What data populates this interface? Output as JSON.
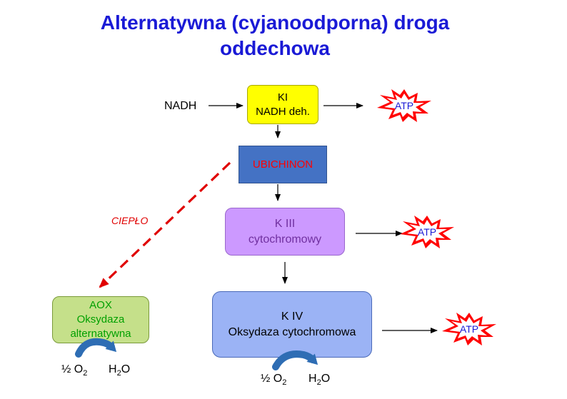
{
  "title": {
    "line1": "Alternatywna (cyjanoodporna) droga",
    "line2": "oddechowa"
  },
  "nadh": "NADH",
  "k1": {
    "line1": "KI",
    "line2": "NADH deh."
  },
  "ubichinon": "UBICHINON",
  "k3": {
    "line1": "K III",
    "line2": "cytochromowy"
  },
  "k4": {
    "line1": "K IV",
    "line2": "Oksydaza cytochromowa"
  },
  "aox": {
    "line1": "AOX",
    "line2": "Oksydaza",
    "line3": "alternatywna"
  },
  "cieplo": "CIEPŁO",
  "atp": "ATP",
  "reaction": {
    "o2_prefix": "½ O",
    "o2_sub": "2",
    "h2o_prefix": "H",
    "h2o_sub": "2",
    "h2o_suffix": "O"
  },
  "colors": {
    "title": "#1a1ad6",
    "k1_fill": "#ffff00",
    "ubichinon_fill": "#4472c4",
    "ubichinon_text": "#ff0000",
    "k3_fill": "#cc99ff",
    "k3_text": "#7030a0",
    "k4_fill": "#9bb3f5",
    "aox_fill": "#c5e08a",
    "aox_text": "#00a000",
    "cieplo": "#e00000",
    "dashed_arrow": "#e00000",
    "atp_burst": "#ff0000",
    "atp_text": "#1a1ad6",
    "curved_arrow": "#2e6db4"
  }
}
